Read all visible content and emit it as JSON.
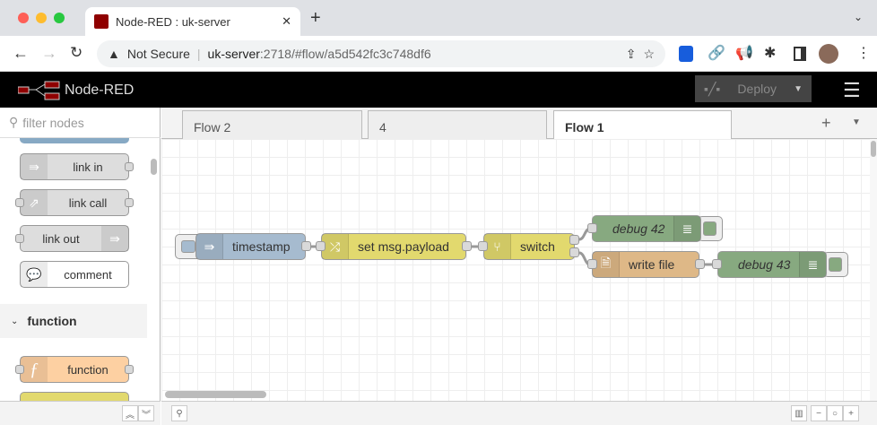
{
  "browser": {
    "tab_title": "Node-RED : uk-server",
    "not_secure": "Not Secure",
    "url_host": "uk-server",
    "url_rest": ":2718/#flow/a5d542fc3c748df6"
  },
  "header": {
    "app_name": "Node-RED",
    "deploy_label": "Deploy"
  },
  "palette": {
    "filter_placeholder": "filter nodes",
    "nodes": [
      {
        "label": "link in",
        "color": "#dddddd"
      },
      {
        "label": "link call",
        "color": "#dddddd"
      },
      {
        "label": "link out",
        "color": "#dddddd"
      },
      {
        "label": "comment",
        "color": "#ffffff"
      },
      {
        "label": "function",
        "color": "#fdd0a2"
      }
    ],
    "category": "function"
  },
  "tabs": [
    {
      "label": "Flow 2"
    },
    {
      "label": "4"
    },
    {
      "label": "Flow 1",
      "active": true
    }
  ],
  "flow": {
    "nodes": [
      {
        "label": "timestamp",
        "color": "#a6bbcf"
      },
      {
        "label": "set msg.payload",
        "color": "#e2d96e"
      },
      {
        "label": "switch",
        "color": "#e2d96e"
      },
      {
        "label": "debug 42",
        "color": "#87a980"
      },
      {
        "label": "write file",
        "color": "#deb887"
      },
      {
        "label": "debug 43",
        "color": "#87a980"
      }
    ]
  }
}
